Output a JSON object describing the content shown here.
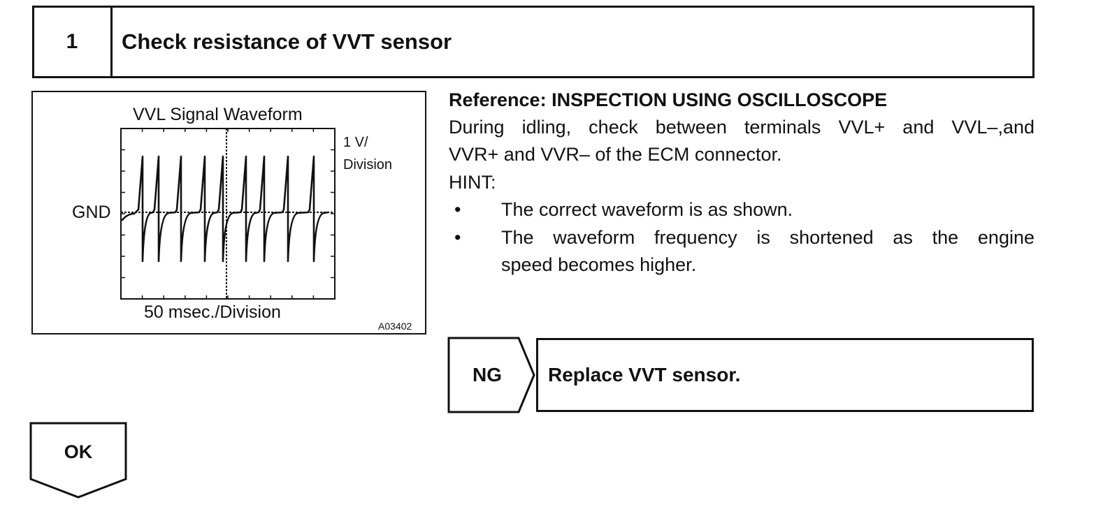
{
  "step": {
    "number": "1",
    "title": "Check resistance of VVT sensor"
  },
  "figure": {
    "title": "VVL Signal Waveform",
    "gnd_label": "GND",
    "volt_scale_line1": "1 V/",
    "volt_scale_line2": "Division",
    "time_scale": "50 msec./Division",
    "figure_code": "A03402"
  },
  "reference": {
    "heading": "Reference: INSPECTION USING OSCILLOSCOPE",
    "line1": "During idling, check between terminals VVL+ and VVL–,and",
    "line2": "VVR+ and VVR– of the ECM connector.",
    "hint_label": "HINT:",
    "bullet_symbol": "•",
    "bullet1": "The correct waveform is as shown.",
    "bullet2_line1": "The waveform frequency is shortened as the engine",
    "bullet2_line2": "speed becomes higher."
  },
  "ng_branch": {
    "label": "NG",
    "action": "Replace VVT sensor."
  },
  "ok_branch": {
    "label": "OK"
  }
}
